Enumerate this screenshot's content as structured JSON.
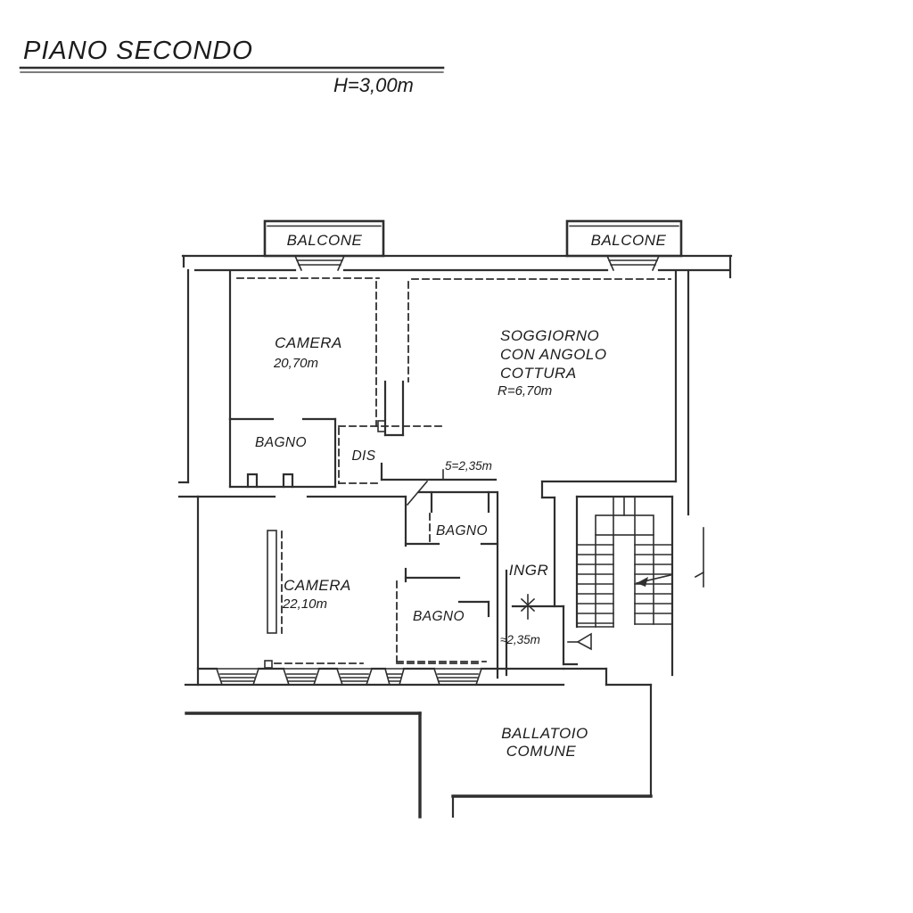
{
  "title": "PIANO SECONDO",
  "height_note": "H=3,00m",
  "labels": {
    "balcone_left": "BALCONE",
    "balcone_right": "BALCONE",
    "camera1_name": "CAMERA",
    "camera1_area": "20,70m",
    "soggiorno_line1": "SOGGIORNO",
    "soggiorno_line2": "CON ANGOLO",
    "soggiorno_line3": "COTTURA",
    "soggiorno_area": "R=6,70m",
    "bagno1": "BAGNO",
    "dis": "DIS",
    "dim_top": "5=2,35m",
    "bagno2": "BAGNO",
    "ingr": "INGR",
    "camera2_name": "CAMERA",
    "camera2_area": "22,10m",
    "bagno3": "BAGNO",
    "dim_bottom": "≈2,35m",
    "ballatoio_line1": "BALLATOIO",
    "ballatoio_line2": "COMUNE"
  },
  "colors": {
    "wall": "#2f2f2f",
    "text": "#1c1c1c",
    "background": "#ffffff"
  }
}
